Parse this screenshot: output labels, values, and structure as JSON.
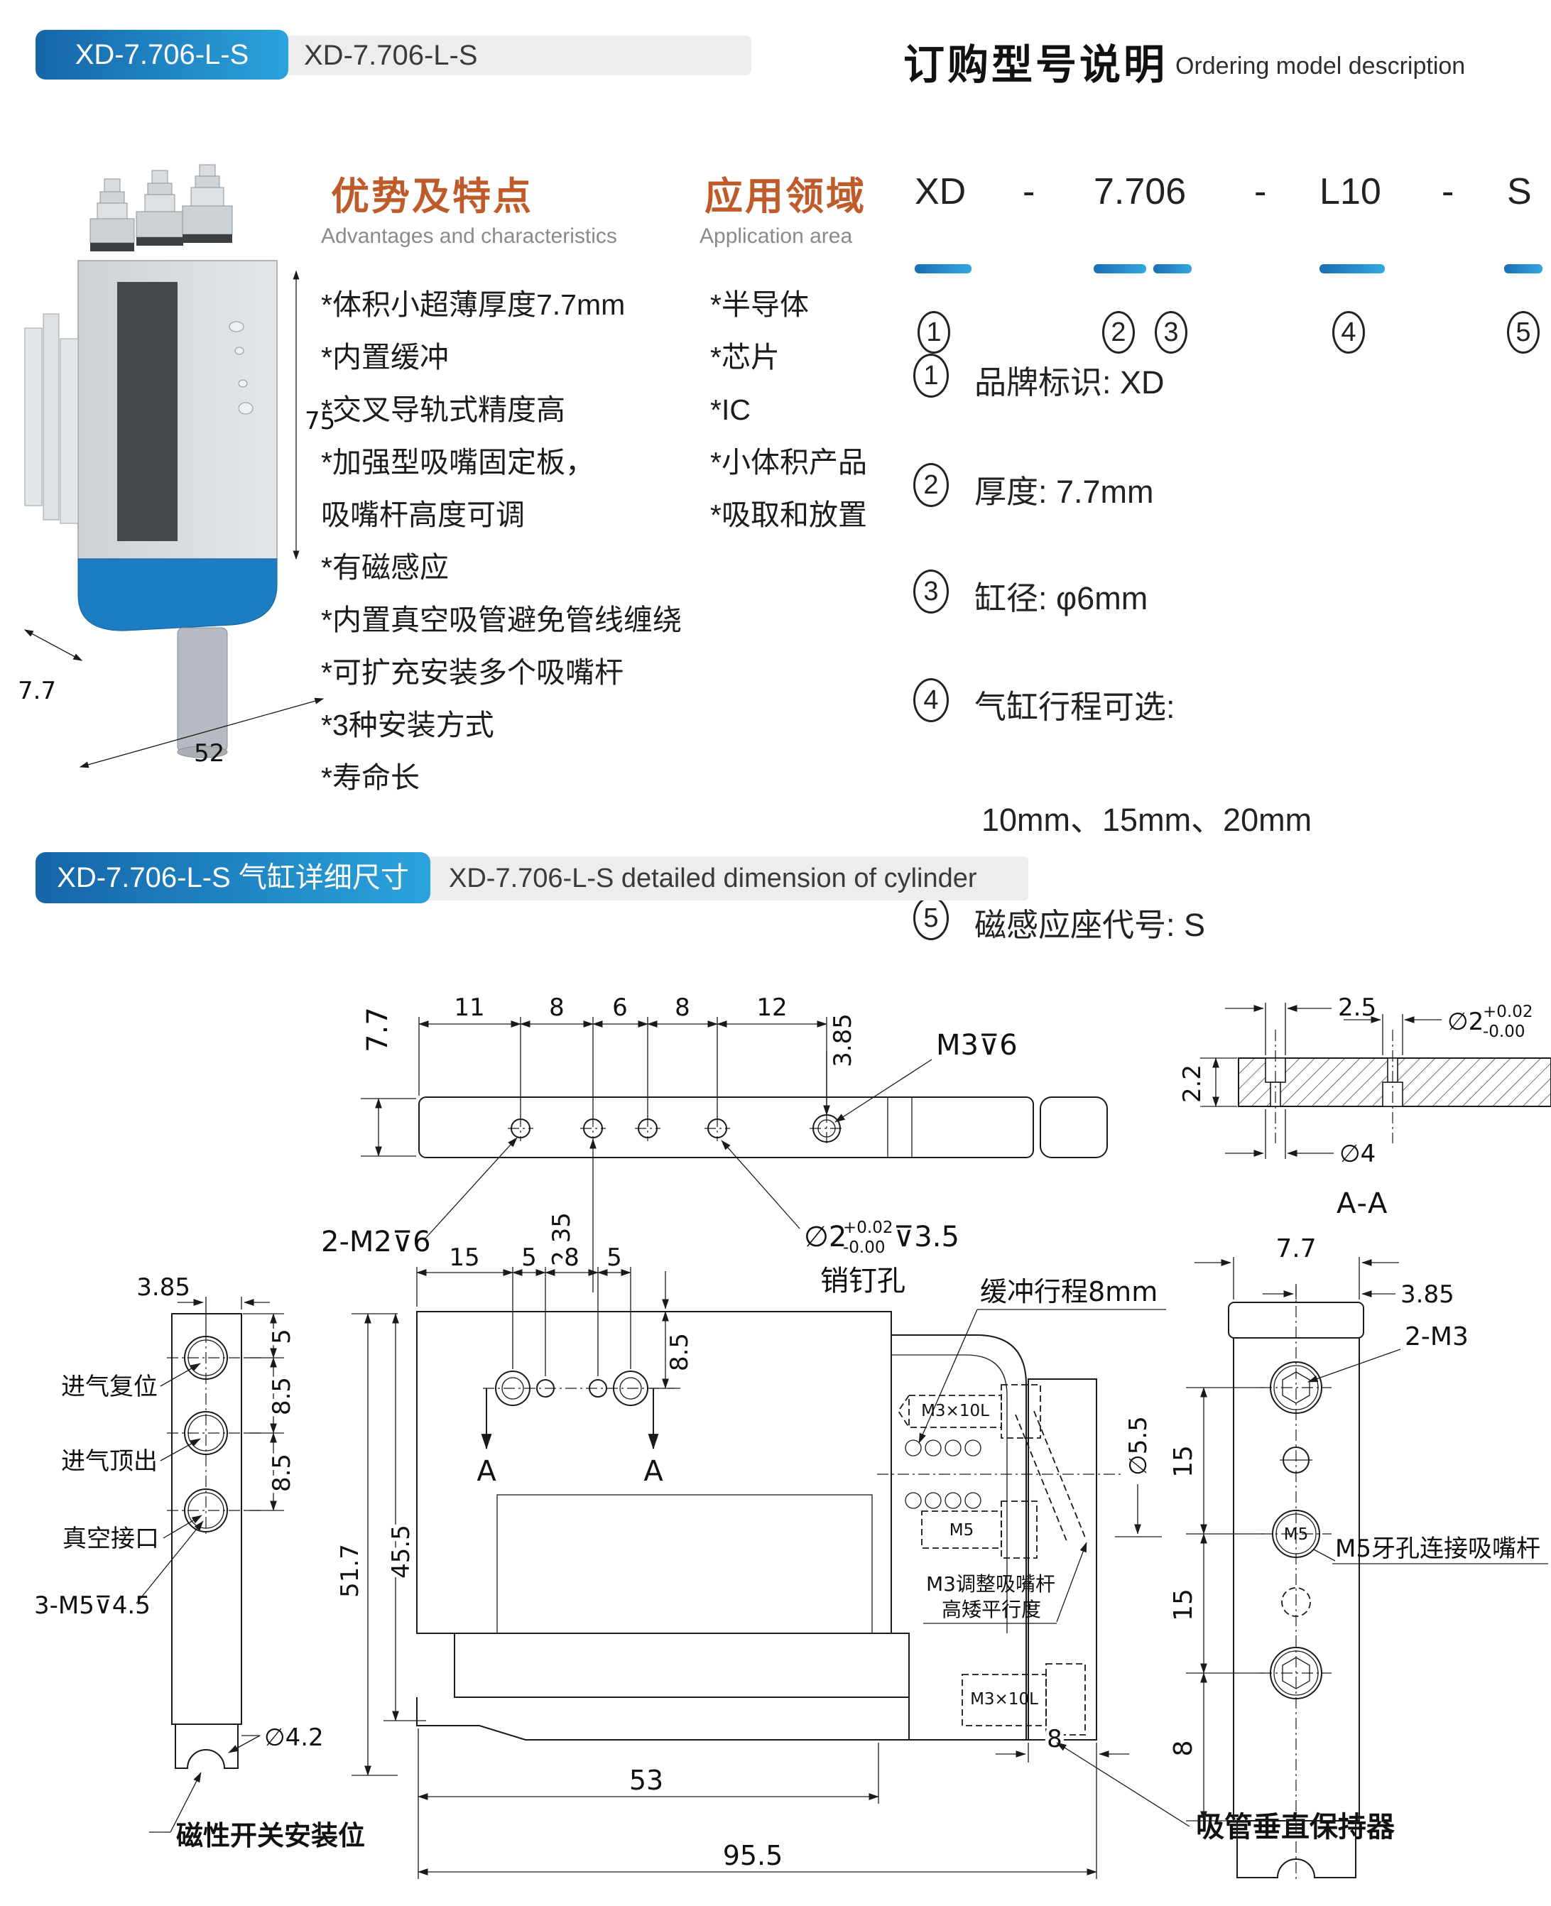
{
  "header": {
    "badge": "XD-7.706-L-S",
    "badge_secondary": "XD-7.706-L-S",
    "title_cn": "订购型号说明",
    "title_en": "Ordering model description"
  },
  "product": {
    "dim_height": "75",
    "dim_thickness": "7.7",
    "dim_width": "52"
  },
  "advantages": {
    "title_cn": "优势及特点",
    "title_en": "Advantages and characteristics",
    "items": [
      "*体积小超薄厚度7.7mm",
      "*内置缓冲",
      "*交叉导轨式精度高",
      "*加强型吸嘴固定板，",
      "吸嘴杆高度可调",
      "*有磁感应",
      "*内置真空吸管避免管线缠绕",
      "*可扩充安装多个吸嘴杆",
      "*3种安装方式",
      "*寿命长"
    ]
  },
  "applications": {
    "title_cn": "应用领域",
    "title_en": "Application area",
    "items": [
      "*半导体",
      "*芯片",
      "*IC",
      "*小体积产品",
      "*吸取和放置"
    ]
  },
  "ordering": {
    "code": {
      "brand": "XD",
      "dash1": "-",
      "body": "7.706",
      "dash2": "-",
      "stroke": "L10",
      "dash3": "-",
      "sensor": "S"
    },
    "marks": {
      "m1": "1",
      "m2": "2",
      "m3": "3",
      "m4": "4",
      "m5": "5"
    },
    "notes": [
      {
        "num": "1",
        "text": "品牌标识: XD"
      },
      {
        "num": "2",
        "text": "厚度: 7.7mm"
      },
      {
        "num": "3",
        "text": "缸径: φ6mm"
      },
      {
        "num": "4",
        "text": "气缸行程可选:"
      },
      {
        "num": "",
        "text": "10mm、15mm、20mm"
      },
      {
        "num": "5",
        "text": "磁感应座代号:  S"
      }
    ]
  },
  "section2": {
    "badge_cn": "XD-7.706-L-S 气缸详细尺寸",
    "badge_en": "XD-7.706-L-S detailed dimension of cylinder"
  },
  "drawings": {
    "top_view": {
      "dim_height": "7.7",
      "dim_spans": [
        "11",
        "8",
        "6",
        "8",
        "12"
      ],
      "dim_offset": "3.85",
      "label_m3": "M3⊽6",
      "label_m2": "2-M2⊽6",
      "dim_235": "2.35",
      "pin_dia": "∅2",
      "tol_plus": "+0.02",
      "tol_minus": "-0.00",
      "pin_depth": "⊽3.5",
      "pin_name": "销钉孔"
    },
    "section_aa": {
      "dim_22": "2.2",
      "dim_25": "2.5",
      "dia2": "∅2",
      "tol_plus": "+0.02",
      "tol_minus": "-0.00",
      "dia4": "∅4",
      "caption": "A-A"
    },
    "left_view": {
      "dim_offset": "3.85",
      "port1": "进气复位",
      "port2": "进气顶出",
      "port3": "真空接口",
      "label_m5": "3-M5⊽4.5",
      "dim_5": "5",
      "dim_85a": "8.5",
      "dim_85b": "8.5",
      "dia_notch": "∅4.2",
      "label_switch": "磁性开关安装位"
    },
    "front_view": {
      "dim_15": "15",
      "dim_5a": "5",
      "dim_8": "8",
      "dim_5b": "5",
      "dim_85": "8.5",
      "sec_mark": "A",
      "dim_517": "51.7",
      "dim_455": "45.5",
      "label_buffer": "缓冲行程8mm",
      "dia_55": "∅5.5",
      "adj_line1": "M3调整吸嘴杆",
      "adj_line2": "高矮平行度",
      "dim_8b": "8",
      "dim_53": "53",
      "dim_955": "95.5",
      "label_holder": "吸管垂直保持器",
      "screw_m5": "M5",
      "screw_m3": "M3×10L"
    },
    "right_view": {
      "dim_77": "7.7",
      "dim_385": "3.85",
      "label_2m3": "2-M3",
      "m5_mark": "M5",
      "label_m5thread": "M5牙孔连接吸嘴杆",
      "dim_15a": "15",
      "dim_15b": "15",
      "dim_8": "8"
    }
  },
  "colors": {
    "accent_blue_dark": "#1565a8",
    "accent_blue": "#2ba3dc",
    "orange": "#bf5b2b",
    "badge_gray": "#ededed",
    "product_blue": "#1d7dc2"
  }
}
